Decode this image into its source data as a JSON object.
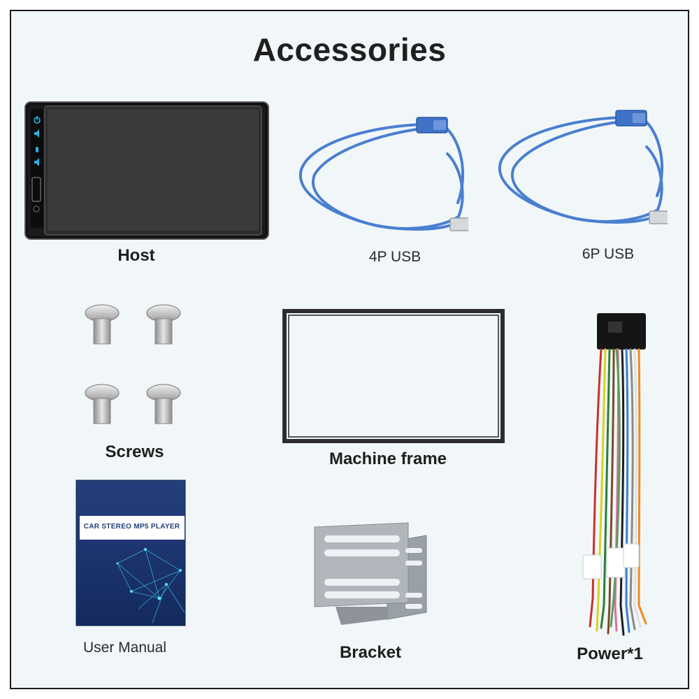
{
  "title": "Accessories",
  "items": {
    "host": {
      "label": "Host"
    },
    "usb_4p": {
      "label": "4P USB"
    },
    "usb_6p": {
      "label": "6P USB"
    },
    "screws": {
      "label": "Screws"
    },
    "machine_frame": {
      "label": "Machine frame"
    },
    "power": {
      "label": "Power*1"
    },
    "user_manual": {
      "label": "User Manual",
      "cover_title": "CAR STEREO MP5 PLAYER"
    },
    "bracket": {
      "label": "Bracket"
    }
  },
  "colors": {
    "background": "#f1f7f8",
    "usb_cable": "#4a7fd0",
    "manual_blue": "#1f3f7a",
    "bracket_gray": "#a9afb6",
    "host_icon_cyan": "#27b3e6"
  },
  "icons": [
    "power-icon",
    "volume-icon",
    "microphone-icon",
    "volume-down-icon"
  ]
}
